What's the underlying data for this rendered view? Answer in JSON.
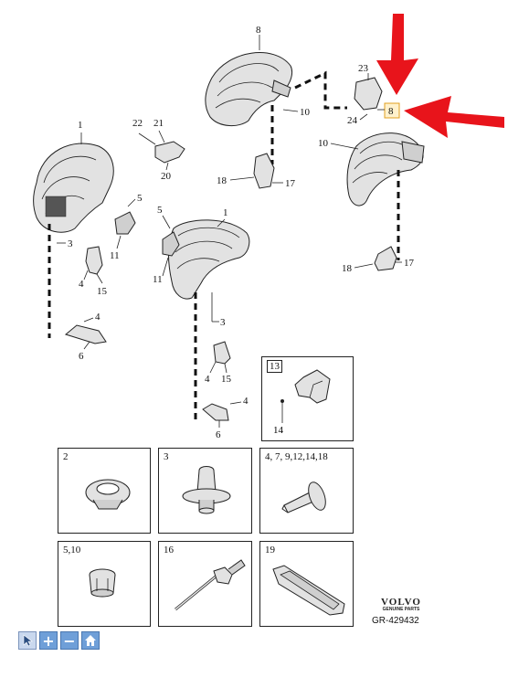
{
  "callouts": {
    "top_8": "8",
    "top_10": "10",
    "top_23": "23",
    "top_24": "24",
    "highlight_8": "8",
    "right_10": "10",
    "right_18": "18",
    "right_17": "17",
    "mid_22": "22",
    "mid_21": "21",
    "mid_20": "20",
    "mid_18": "18",
    "mid_17": "17",
    "left_1": "1",
    "left_3": "3",
    "left_5": "5",
    "left_11": "11",
    "left_4a": "4",
    "left_15": "15",
    "left_4b": "4",
    "left_6": "6",
    "center_1": "1",
    "center_5": "5",
    "center_11": "11",
    "center_3": "3",
    "center_4a": "4",
    "center_15": "15",
    "center_4b": "4",
    "center_6": "6"
  },
  "detail_boxes": {
    "box13": {
      "label": "13",
      "sub": "14"
    },
    "box2": {
      "label": "2"
    },
    "box3": {
      "label": "3"
    },
    "box4": {
      "label": "4, 7, 9,12,14,18"
    },
    "box510": {
      "label": "5,10"
    },
    "box16": {
      "label": "16"
    },
    "box19": {
      "label": "19"
    }
  },
  "highlight_color": "#e8141b",
  "brand": {
    "name": "VOLVO",
    "sub": "GENUINE PARTS",
    "ref": "GR-429432"
  },
  "toolbar": [
    {
      "icon": "cursor-icon",
      "selected": true
    },
    {
      "icon": "zoom-in-icon",
      "glyph": "+"
    },
    {
      "icon": "zoom-out-icon",
      "glyph": "−"
    },
    {
      "icon": "home-icon"
    }
  ]
}
